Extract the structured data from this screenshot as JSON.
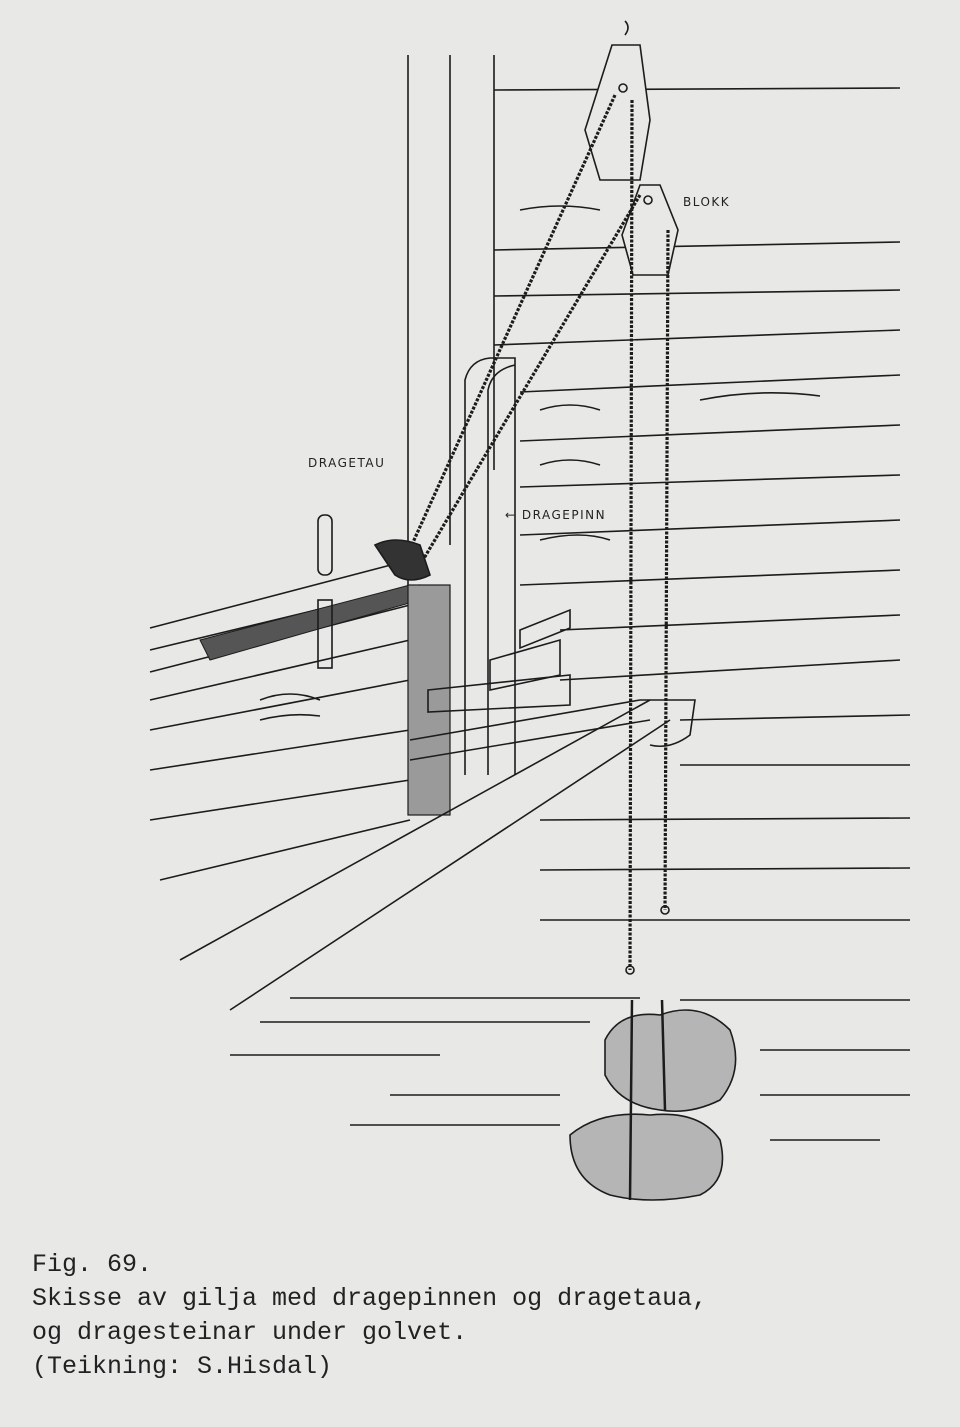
{
  "figure": {
    "labels": {
      "blokk": "BLOKK",
      "dragetau": "DRAGETAU",
      "dragepinn": "← DRAGEPINN"
    }
  },
  "caption": {
    "figure_number": "Fig. 69.",
    "line1": "Skisse av gilja med dragepinnen og dragetaua,",
    "line2": "og dragesteinar under golvet.",
    "credit": "(Teikning: S.Hisdal)"
  }
}
